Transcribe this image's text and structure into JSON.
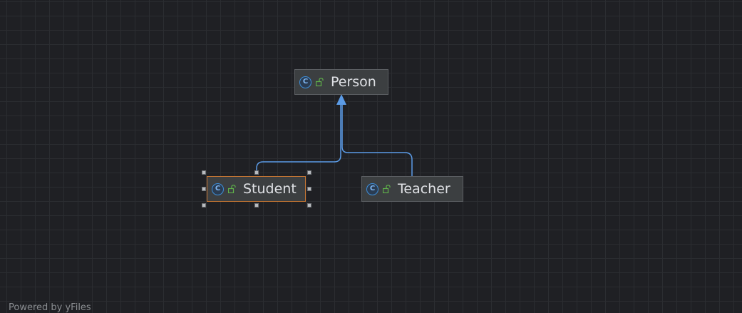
{
  "diagram": {
    "nodes": [
      {
        "id": "person",
        "label": "Person",
        "icon": "class-icon",
        "access": "public-access-icon",
        "selected": false
      },
      {
        "id": "student",
        "label": "Student",
        "icon": "class-icon",
        "access": "public-access-icon",
        "selected": true
      },
      {
        "id": "teacher",
        "label": "Teacher",
        "icon": "class-icon",
        "access": "public-access-icon",
        "selected": false
      }
    ],
    "edges": [
      {
        "from": "student",
        "to": "person",
        "type": "inheritance"
      },
      {
        "from": "teacher",
        "to": "person",
        "type": "inheritance"
      }
    ],
    "class_icon_glyph": "C"
  },
  "colors": {
    "canvas_background": "#1f2024",
    "grid_line": "#2b2d31",
    "node_fill": "#3c3f41",
    "node_border": "#5c5f63",
    "selected_border": "#c57633",
    "edge": "#5b9be6",
    "class_icon": "#3d8ed9",
    "access_icon": "#5fb34a"
  },
  "footer": {
    "text": "Powered by yFiles"
  }
}
